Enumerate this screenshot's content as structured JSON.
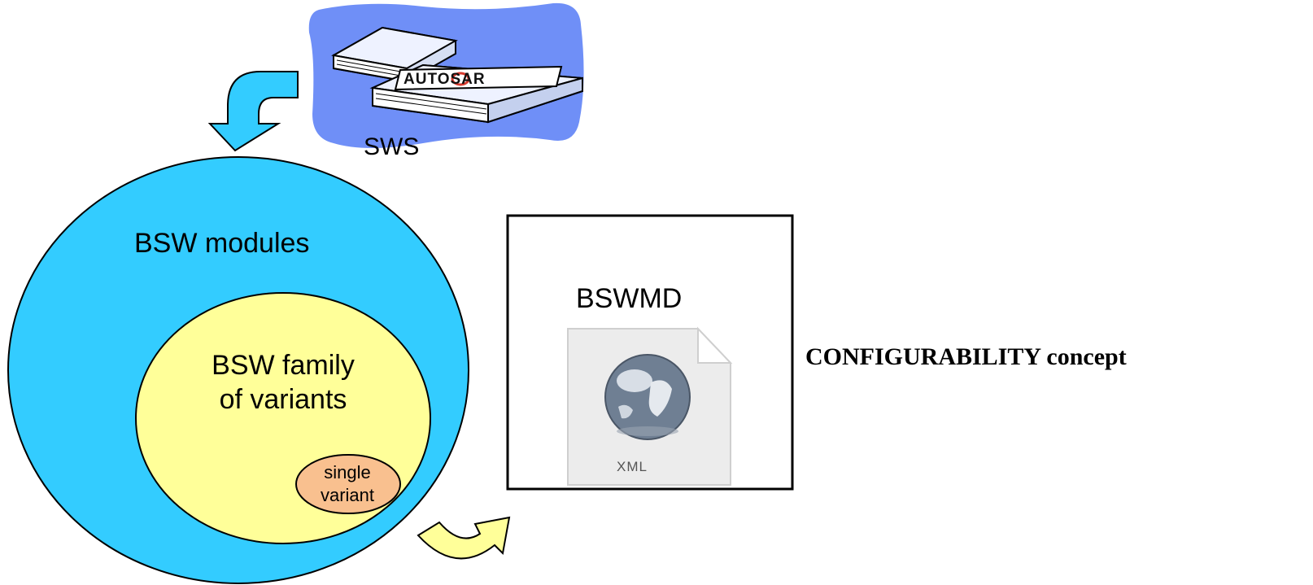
{
  "sws": {
    "label": "SWS",
    "logo_text": "AUTOSAR",
    "icon": "books-icon"
  },
  "bsw_modules": {
    "label": "BSW modules"
  },
  "bsw_family": {
    "label_line1": "BSW family",
    "label_line2": "of variants"
  },
  "single_variant": {
    "label_line1": "single",
    "label_line2": "variant"
  },
  "bswmd": {
    "label": "BSWMD",
    "file_icon_text": "XML",
    "icon": "xml-file-icon"
  },
  "concept": {
    "label": "CONFIGURABILITY concept"
  },
  "colors": {
    "modules_fill": "#33ccff",
    "family_fill": "#ffff99",
    "variant_fill": "#f9c08f",
    "sws_cloud_fill": "#6f8ff7",
    "arrow_blue": "#33ccff",
    "arrow_yellow": "#ffff99"
  }
}
